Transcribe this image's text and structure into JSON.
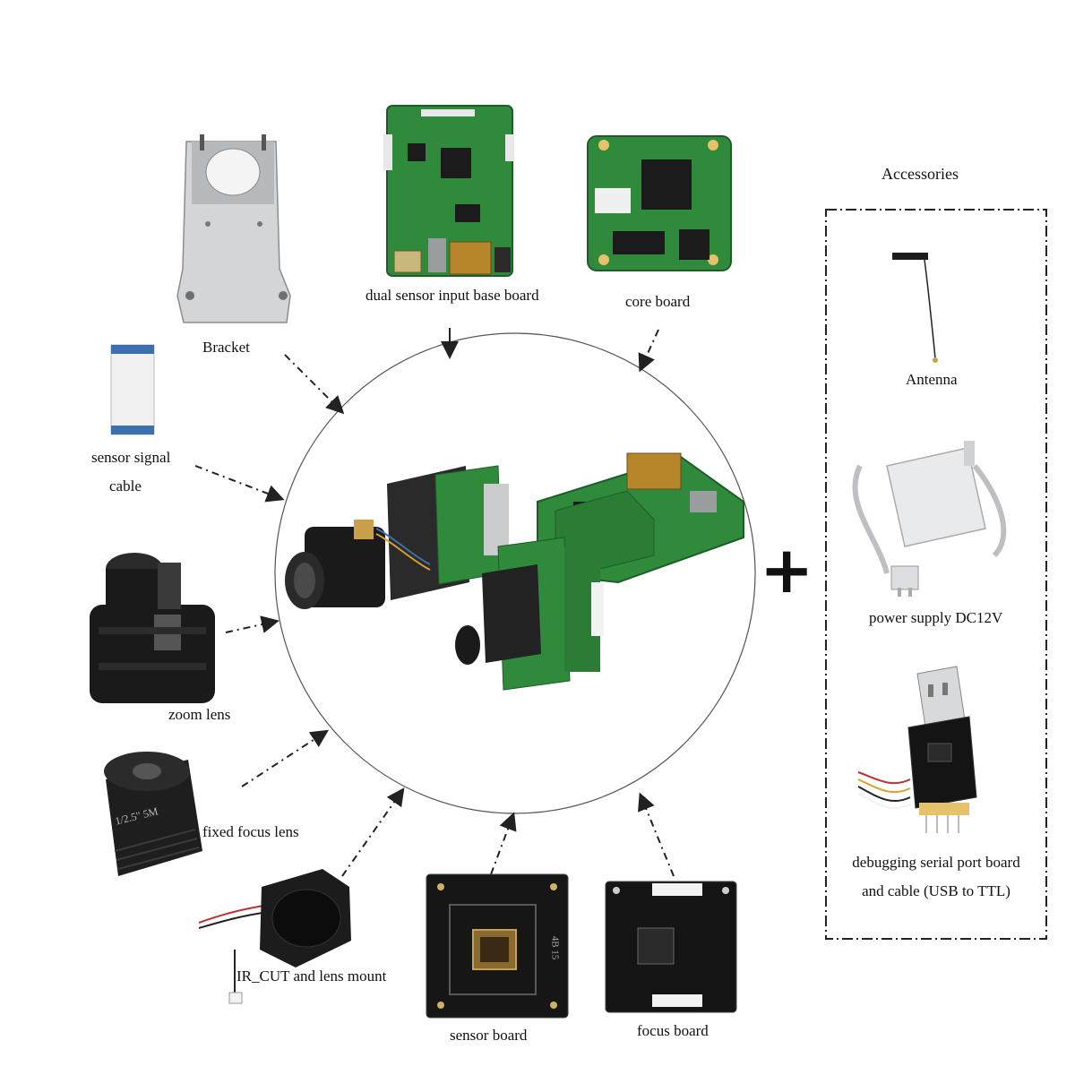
{
  "labels": {
    "bracket": "Bracket",
    "base_board": "dual sensor input base board",
    "core_board": "core board",
    "sensor_cable_1": "sensor signal",
    "sensor_cable_2": "cable",
    "zoom_lens": "zoom lens",
    "fixed_lens": "fixed focus lens",
    "ircut": "IR_CUT and lens mount",
    "sensor_board": "sensor board",
    "focus_board": "focus board",
    "accessories": "Accessories",
    "antenna": "Antenna",
    "power_supply": "power supply DC12V",
    "debug_1": "debugging serial port board",
    "debug_2": "and cable (USB to TTL)",
    "plus": "+",
    "lens_text": "1/2.5\" 5M",
    "sensor_mark": "4B 15"
  },
  "colors": {
    "pcb_green": "#2f8a3c",
    "pcb_dark": "#1d5e28",
    "chip": "#1b1b1b",
    "metal": "#c9cbcd",
    "lens_black": "#1a1a1a",
    "arrow": "#222222"
  }
}
